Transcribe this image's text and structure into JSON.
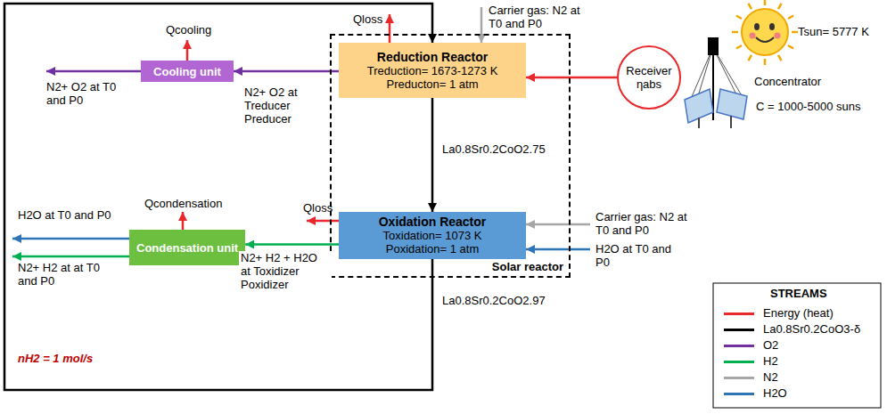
{
  "diagram": {
    "nodes": [
      {
        "text": [
          "Solar reactor"
        ]
      },
      {
        "text": [
          "Reduction Reactor",
          "Treduction= 1673-1273 K",
          "Preducton= 1 atm"
        ],
        "in": 0
      },
      {
        "text": [
          "Oxidation Reactor",
          "Toxidation= 1073 K",
          "Poxidation= 1 atm"
        ],
        "in": 0
      },
      {
        "text": [
          "Cooling unit"
        ]
      },
      {
        "text": [
          "Condensation unit"
        ]
      },
      {
        "text": [
          "Receiver",
          "ηabs"
        ]
      }
    ],
    "edges": [
      {
        "from": 5,
        "to": 1,
        "arrow": "to"
      },
      {
        "from": 1,
        "to": 2,
        "arrow": "to",
        "label": "La0.8Sr0.2CoO2.75"
      },
      {
        "from": 1,
        "to": 3,
        "arrow": "to",
        "label": "N2+ O2 at Treducer Preducer"
      },
      {
        "from": 2,
        "to": 4,
        "arrow": "to",
        "label": "N2+ H2 + H2O at Toxidizer Poxidizer"
      },
      {
        "from": 2,
        "to": 1,
        "arrow": "to",
        "label": "La0.8Sr0.2CoO2.97"
      }
    ],
    "labels": [
      "Qcooling",
      "N2+ O2 at T0 and P0",
      "Qloss",
      "Carrier gas: N2 at T0 and P0",
      "Tsun= 5777 K",
      "Concentrator",
      "C = 1000-5000 suns",
      "Qloss",
      "Carrier gas: N2 at T0 and P0",
      "H2O at T0 and P0",
      "Qcondensation",
      "H2O at T0 and P0",
      "N2+ H2 at at T0 and P0",
      "nH2 = 1 mol/s",
      "STREAMS"
    ],
    "legend": [
      {
        "text": "Energy (heat)",
        "color": "#e8282b"
      },
      {
        "text": "La0.8Sr0.2CoO3-δ",
        "color": "#000000"
      },
      {
        "text": "O2",
        "color": "#7030a0"
      },
      {
        "text": "H2",
        "color": "#00b050"
      },
      {
        "text": "N2",
        "color": "#a6a6a6"
      },
      {
        "text": "H2O",
        "color": "#2e75b6"
      }
    ]
  }
}
